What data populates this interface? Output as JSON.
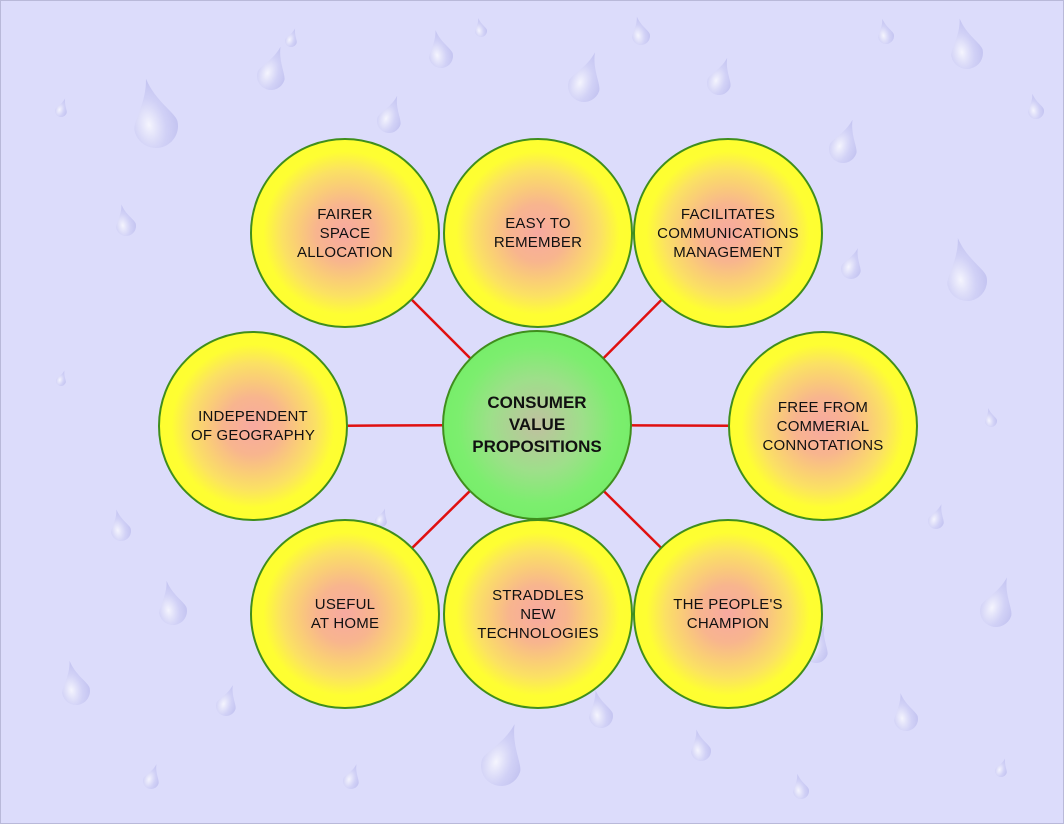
{
  "diagram": {
    "center": {
      "id": "core",
      "label": "CONSUMER\nVALUE\nPROPOSITIONS"
    },
    "nodes": [
      {
        "id": "fairer-space",
        "label": "FAIRER\nSPACE\nALLOCATION"
      },
      {
        "id": "easy-remember",
        "label": "EASY TO\nREMEMBER"
      },
      {
        "id": "facilitates-comms",
        "label": "FACILITATES\nCOMMUNICATIONS\nMANAGEMENT"
      },
      {
        "id": "independent-geo",
        "label": "INDEPENDENT\nOF GEOGRAPHY"
      },
      {
        "id": "free-commercial",
        "label": "FREE FROM\nCOMMERIAL\nCONNOTATIONS"
      },
      {
        "id": "useful-home",
        "label": "USEFUL\nAT HOME"
      },
      {
        "id": "straddles-tech",
        "label": "STRADDLES\nNEW\nTECHNOLOGIES"
      },
      {
        "id": "peoples-champion",
        "label": "THE PEOPLE'S\nCHAMPION"
      }
    ],
    "edges": [
      [
        "core",
        "fairer-space"
      ],
      [
        "core",
        "facilitates-comms"
      ],
      [
        "core",
        "independent-geo"
      ],
      [
        "core",
        "free-commercial"
      ],
      [
        "core",
        "useful-home"
      ],
      [
        "core",
        "peoples-champion"
      ]
    ],
    "colors": {
      "background": "#dcdcfb",
      "outer_fill": "#ffff2a",
      "outer_glow": "#f7a9a0",
      "center_fill": "#6ceb62",
      "border": "#3f8e1c",
      "link": "#e01010"
    }
  }
}
